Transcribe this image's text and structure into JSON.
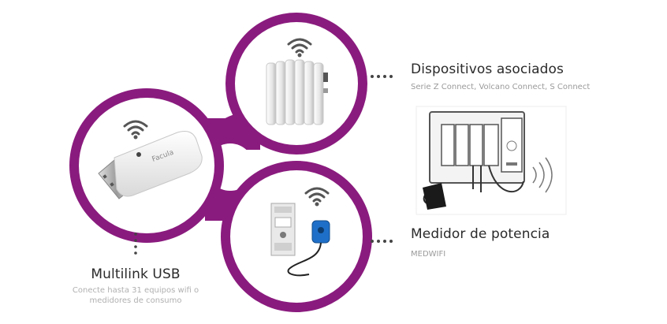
{
  "colors": {
    "ring": "#8a1b7e",
    "ring_inner": "#ffffff",
    "wifi": "#555555"
  },
  "icons": {
    "wifi": "wifi-icon",
    "usb": "usb-stick-icon",
    "radiator": "radiator-icon",
    "meter": "power-meter-icon",
    "panel": "electrical-panel-icon"
  },
  "devices": {
    "usb_brand": "Facula"
  },
  "multilink": {
    "title": "Multilink USB",
    "description_line1": "Conecte hasta 31 equipos wifi o",
    "description_line2": "medidores de consumo"
  },
  "associated": {
    "title": "Dispositivos asociados",
    "subtitle": "Serie Z Connect, Volcano Connect, S Connect"
  },
  "meter": {
    "title": "Medidor de potencia",
    "subtitle": "MEDWIFI"
  }
}
